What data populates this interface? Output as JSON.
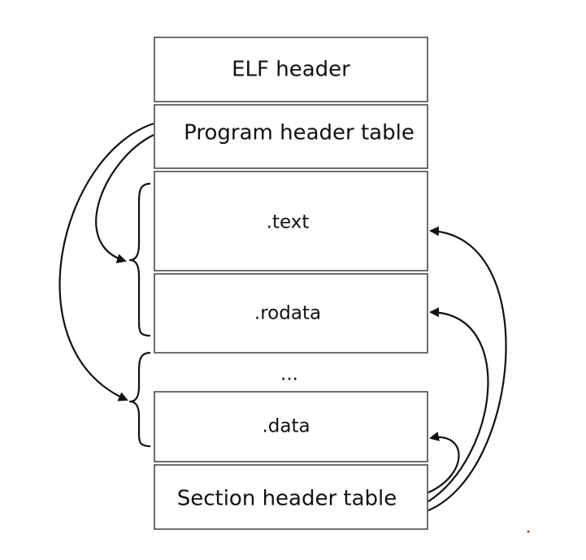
{
  "sections": {
    "elf_header": "ELF header",
    "program_header_table": "Program header table",
    "text": ".text",
    "rodata": ".rodata",
    "ellipsis": "...",
    "data": ".data",
    "section_header_table": "Section header table"
  },
  "colors": {
    "stroke": "#4a4a4a",
    "arrow": "#111111",
    "background": "#ffffff"
  }
}
